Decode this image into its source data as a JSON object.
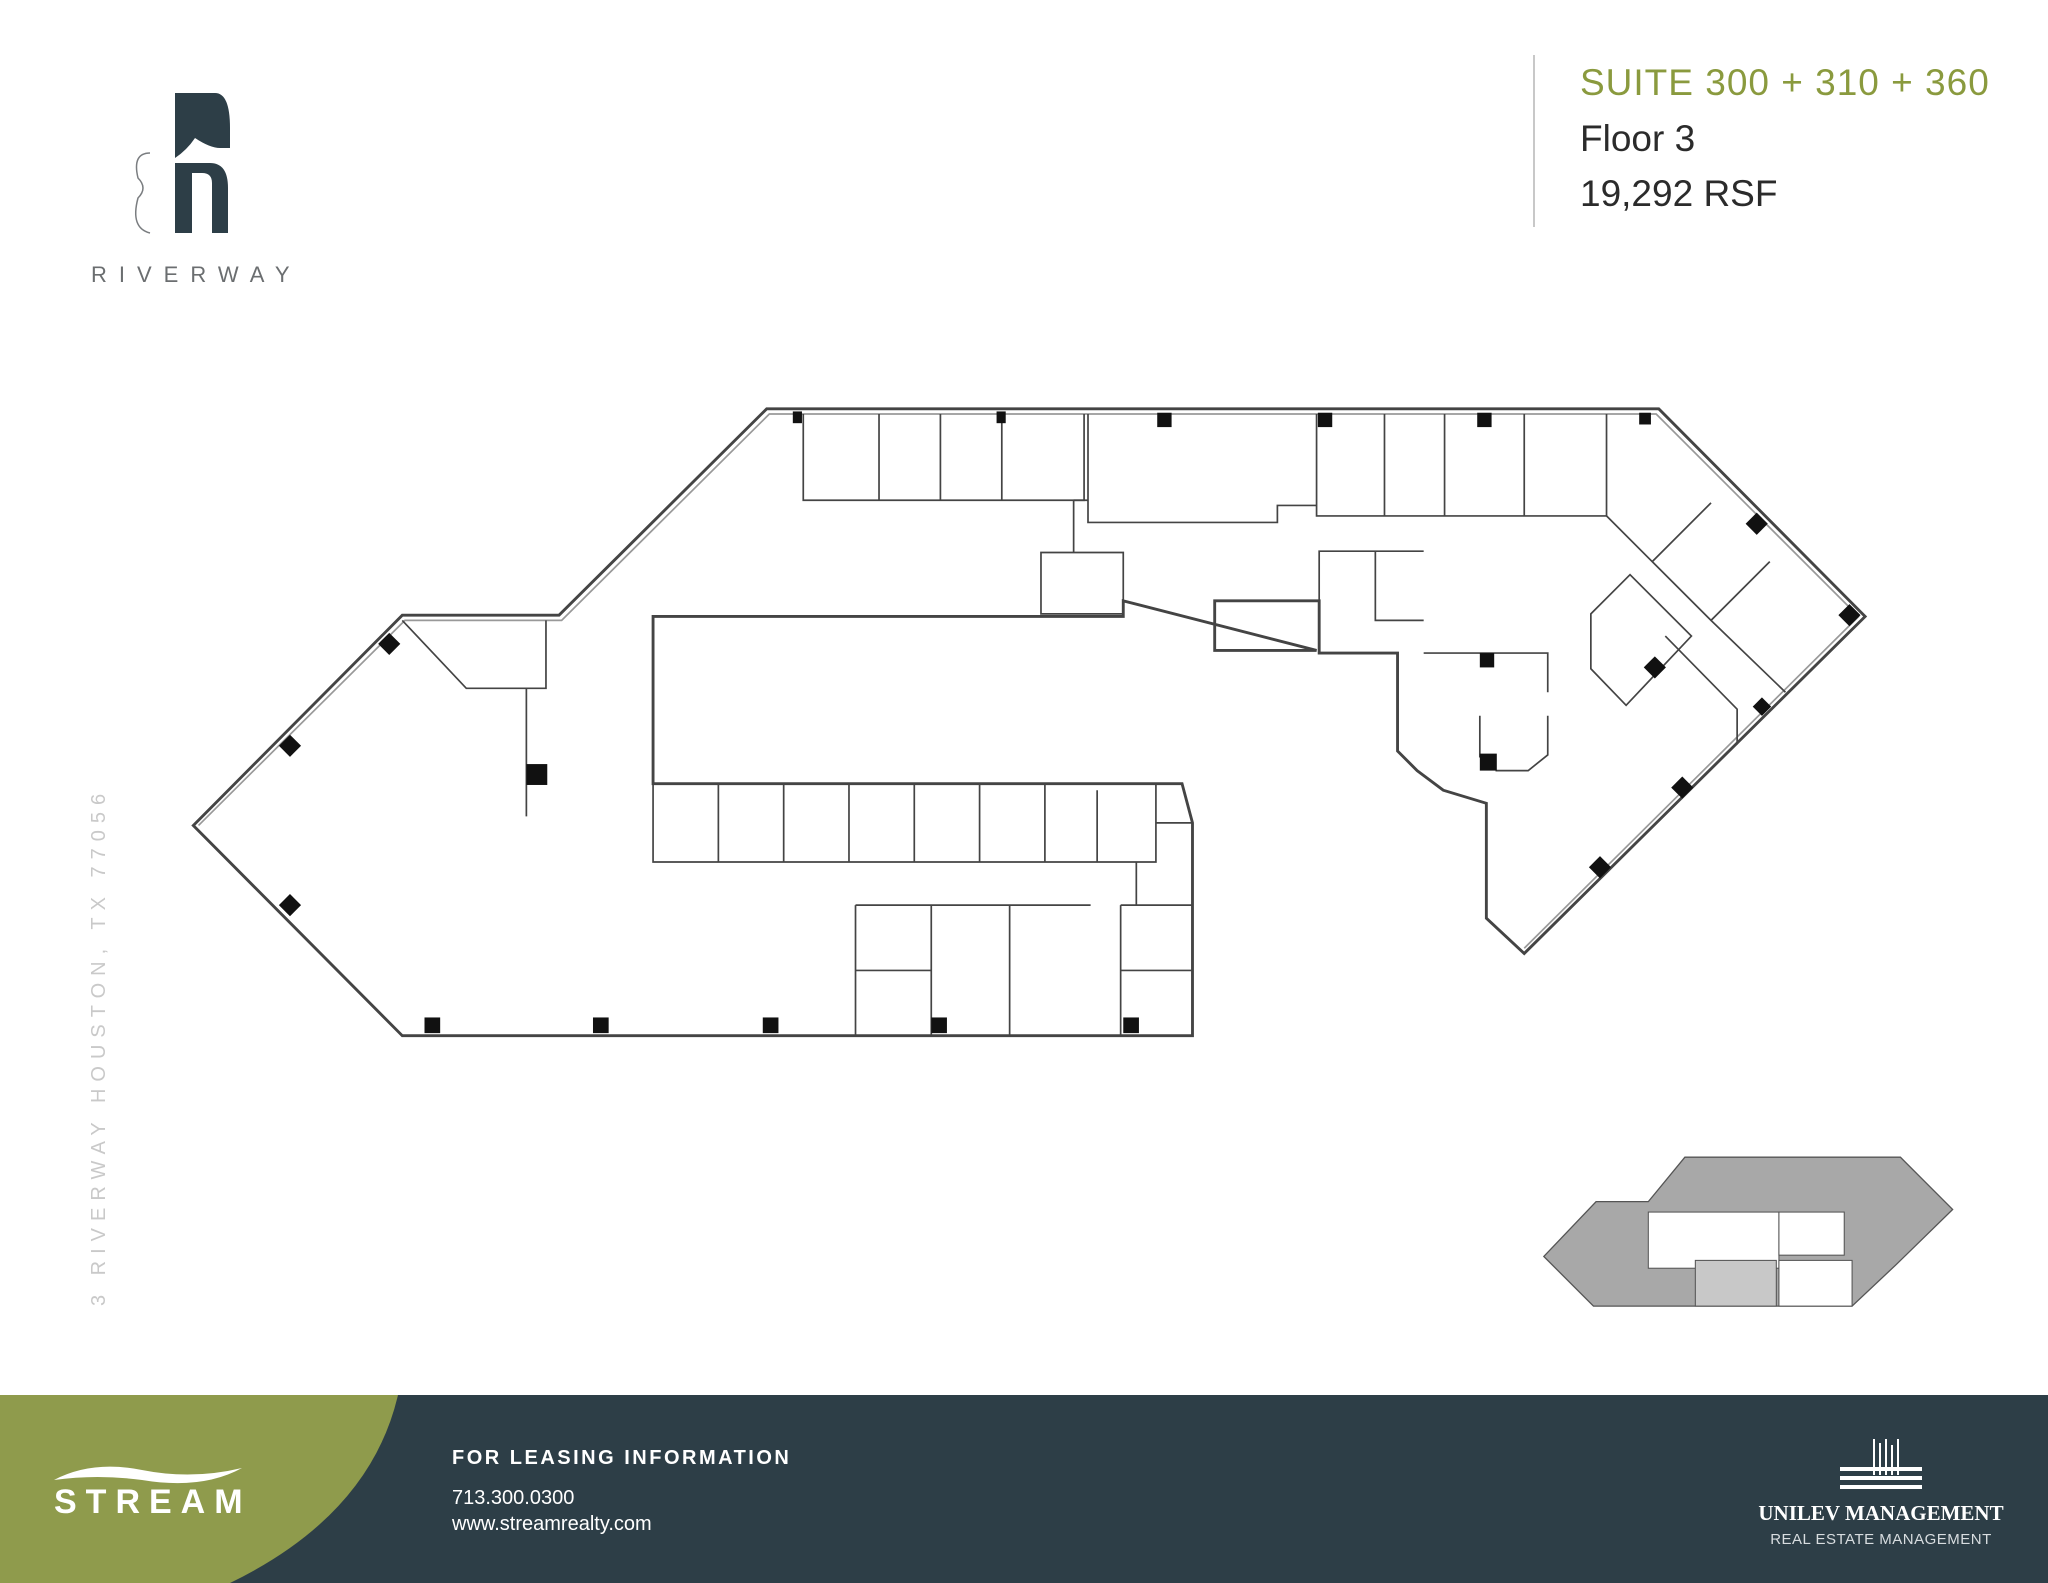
{
  "brand": {
    "logo_text": "3R",
    "name": "RIVERWAY"
  },
  "suite": {
    "title": "SUITE 300 + 310 + 360",
    "floor": "Floor 3",
    "area": "19,292 RSF"
  },
  "address": "3 RIVERWAY HOUSTON, TX 77056",
  "footer": {
    "broker_logo": "STREAM",
    "leasing_label": "FOR LEASING INFORMATION",
    "phone": "713.300.0300",
    "website": "www.streamrealty.com",
    "manager_name": "UNILEV MANAGEMENT",
    "manager_subtitle": "REAL ESTATE MANAGEMENT"
  },
  "colors": {
    "accent_green": "#8a9a3e",
    "footer_dark": "#2d3e47",
    "footer_green": "#8f9b4c"
  }
}
